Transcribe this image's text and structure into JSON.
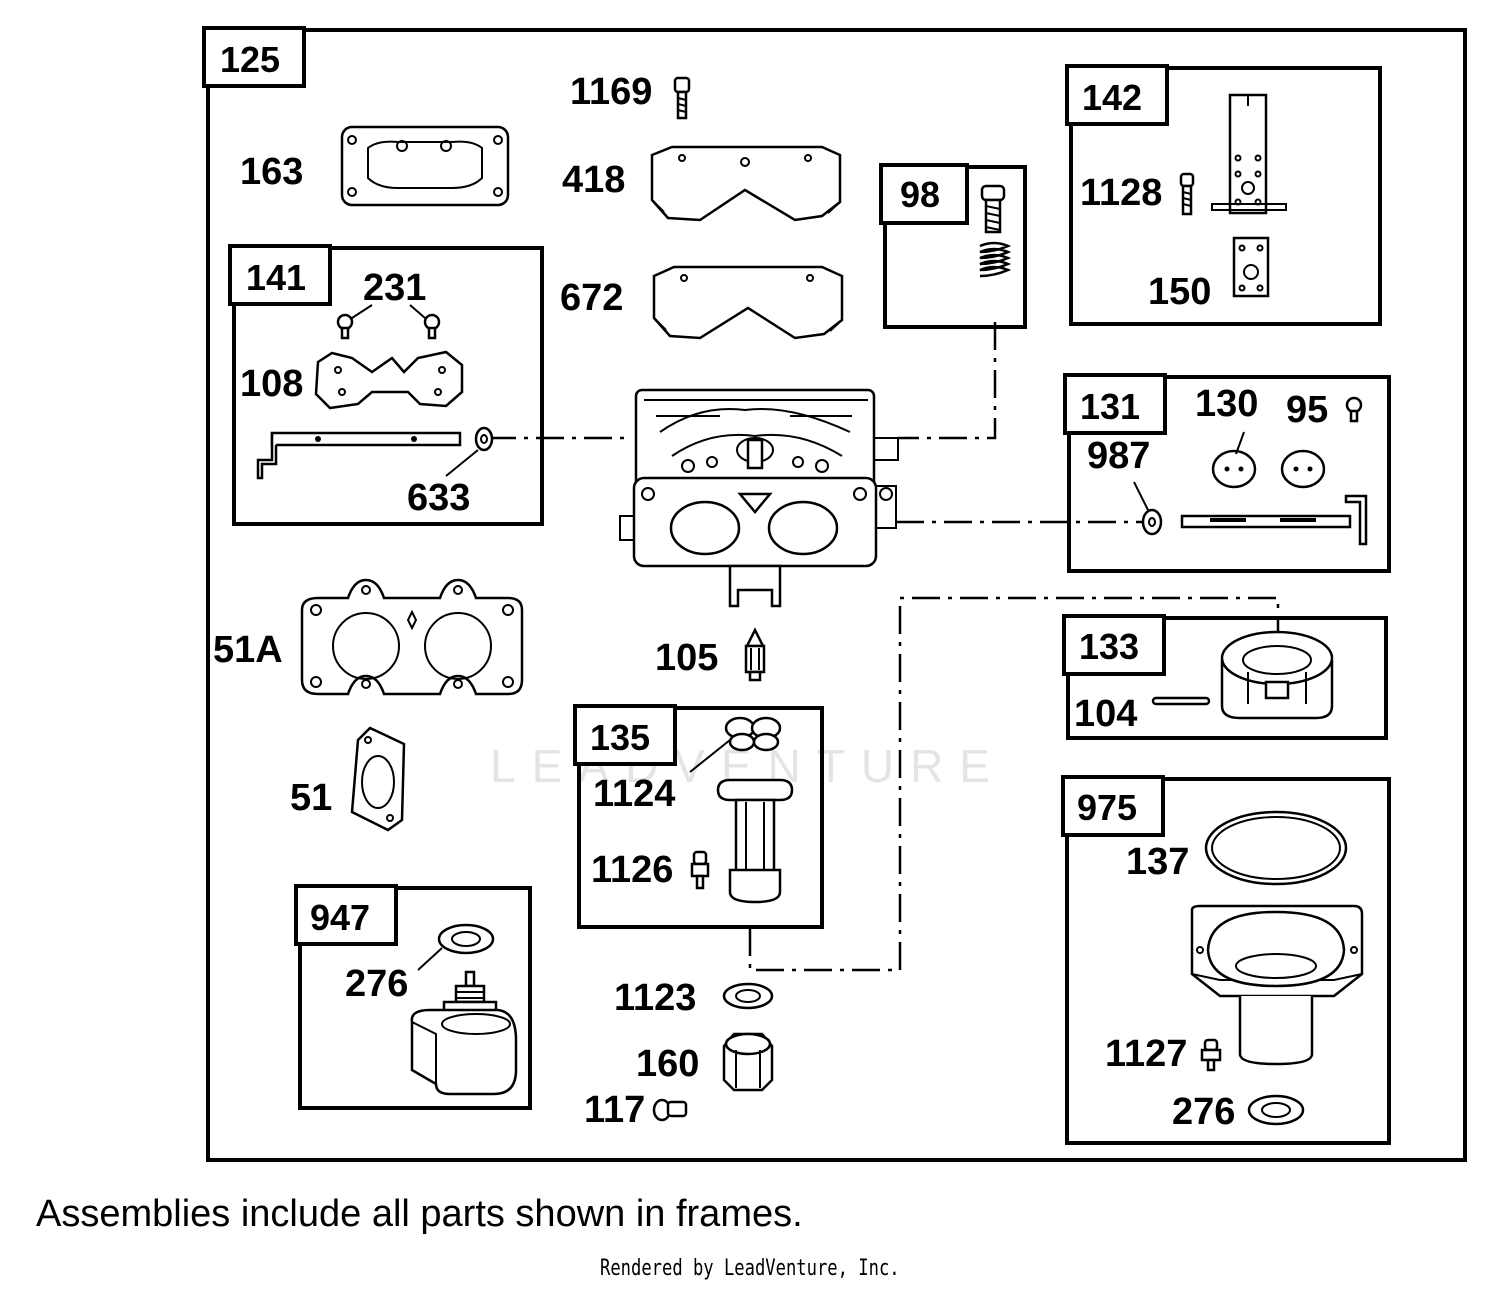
{
  "watermark": "LEADVENTURE",
  "caption": "Assemblies include all parts shown in frames.",
  "credit": "Rendered by LeadVenture, Inc.",
  "frame_tags": {
    "f125": "125",
    "f141": "141",
    "f98": "98",
    "f142": "142",
    "f131": "131",
    "f133": "133",
    "f135": "135",
    "f947": "947",
    "f975": "975"
  },
  "part_labels": {
    "p1169": "1169",
    "p163": "163",
    "p418": "418",
    "p672": "672",
    "p231": "231",
    "p108": "108",
    "p633": "633",
    "p1128": "1128",
    "p150": "150",
    "p130": "130",
    "p95": "95",
    "p987": "987",
    "p51A": "51A",
    "p51": "51",
    "p105": "105",
    "p104": "104",
    "p1124": "1124",
    "p1126": "1126",
    "p137": "137",
    "p276a": "276",
    "p1123": "1123",
    "p160": "160",
    "p117": "117",
    "p1127": "1127",
    "p276b": "276"
  }
}
